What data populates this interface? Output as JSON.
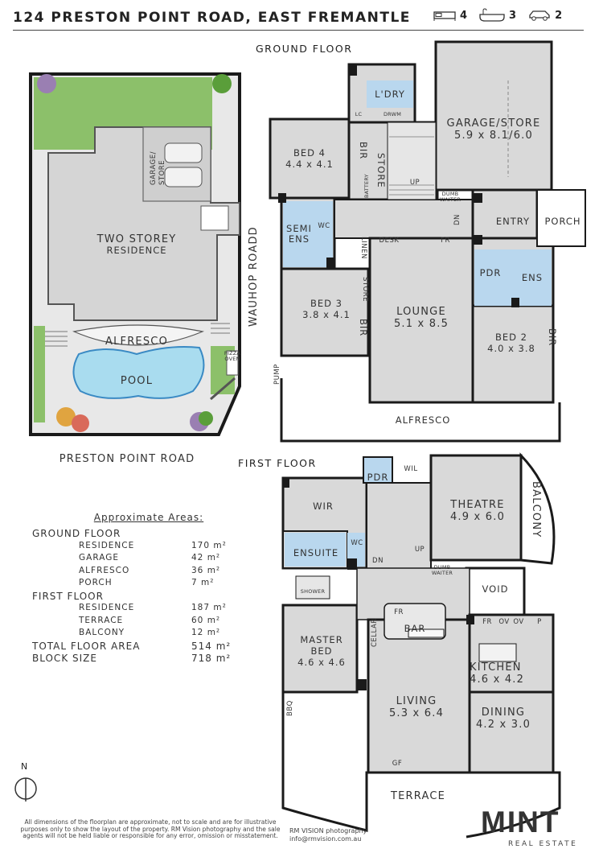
{
  "header": {
    "address": "124 PRESTON POINT ROAD, EAST FREMANTLE",
    "bedrooms": "4",
    "bathrooms": "3",
    "cars": "2",
    "icons": [
      "bed-icon",
      "bath-icon",
      "car-icon"
    ]
  },
  "site_plan": {
    "garage_store": "GARAGE/ STORE",
    "residence_line1": "TWO STOREY",
    "residence_line2": "RESIDENCE",
    "alfresco": "ALFRESCO",
    "pool": "POOL",
    "pizza_oven": "PIZZA OVEN",
    "street_bottom": "PRESTON POINT ROAD",
    "street_side": "WAUHOP ROADD"
  },
  "ground_floor": {
    "heading": "GROUND FLOOR",
    "laundry": "L'DRY",
    "lc": "LC",
    "drwm": "DRWM",
    "garage_name": "GARAGE/STORE",
    "garage_size": "5.9 x 8.1/6.0",
    "bed4_name": "BED 4",
    "bed4_size": "4.4 x 4.1",
    "bir": "BIR",
    "store": "STORE",
    "battery": "BATTERY",
    "up": "UP",
    "dn": "DN",
    "dumb_waiter": "DUMB WAITER",
    "entry": "ENTRY",
    "porch": "PORCH",
    "semi_ens": "SEMI ENS",
    "wc": "WC",
    "linen": "LINEN",
    "desk": "DESK",
    "fr": "FR",
    "pdr": "PDR",
    "ens": "ENS",
    "bed3_name": "BED 3",
    "bed3_size": "3.8 x 4.1",
    "lounge_name": "LOUNGE",
    "lounge_size": "5.1 x 8.5",
    "bed2_name": "BED 2",
    "bed2_size": "4.0 x 3.8",
    "pump": "PUMP",
    "alfresco": "ALFRESCO"
  },
  "first_floor": {
    "heading": "FIRST FLOOR",
    "pdr": "PDR",
    "wil": "WIL",
    "theatre_name": "THEATRE",
    "theatre_size": "4.9 x 6.0",
    "balcony": "BALCONY",
    "wir": "WIR",
    "ensuite": "ENSUITE",
    "wc": "WC",
    "dn": "DN",
    "up": "UP",
    "dumb_waiter": "DUMB WAITER",
    "void": "VOID",
    "shower": "SHOWER",
    "cellar": "CELLAR",
    "fr": "FR",
    "bar": "BAR",
    "fr2": "FR",
    "ov": "OV",
    "ov2": "OV",
    "p": "P",
    "master_name": "MASTER BED",
    "master_size": "4.6 x 4.6",
    "kitchen_name": "KITCHEN",
    "kitchen_size": "4.6 x 4.2",
    "living_name": "LIVING",
    "living_size": "5.3 x 6.4",
    "dining_name": "DINING",
    "dining_size": "4.2 x 3.0",
    "bbq": "BBQ",
    "gf": "GF",
    "terrace": "TERRACE"
  },
  "areas": {
    "title": "Approximate Areas:",
    "rows": [
      {
        "label": "GROUND FLOOR",
        "value": ""
      },
      {
        "label": "RESIDENCE",
        "value": "170 m²"
      },
      {
        "label": "GARAGE",
        "value": "42 m²"
      },
      {
        "label": "ALFRESCO",
        "value": "36 m²"
      },
      {
        "label": "PORCH",
        "value": "7 m²"
      },
      {
        "label": "FIRST FLOOR",
        "value": ""
      },
      {
        "label": "RESIDENCE",
        "value": "187 m²"
      },
      {
        "label": "TERRACE",
        "value": "60 m²"
      },
      {
        "label": "BALCONY",
        "value": "12 m²"
      },
      {
        "label": "TOTAL FLOOR AREA",
        "value": "514 m²"
      },
      {
        "label": "BLOCK SIZE",
        "value": "718 m²"
      }
    ]
  },
  "footer": {
    "north": "N",
    "disclaimer": "All dimensions of the floorplan are approximate, not to scale and are for illustrative purposes only to show the layout of the property. RM Vision photography and the sale agents will not be held liable or responsible for any error, omission or misstatement.",
    "photographer": "RM VISION photography",
    "email": "info@rmvision.com.au",
    "brand": "MINT",
    "brand_sub": "REAL ESTATE"
  },
  "colors": {
    "wall": "#1a1a1a",
    "floor": "#d9d9d9",
    "wet_area": "#b9d7ee",
    "lawn": "#8cc06a",
    "pool": "#a9dcef",
    "text": "#333333"
  }
}
